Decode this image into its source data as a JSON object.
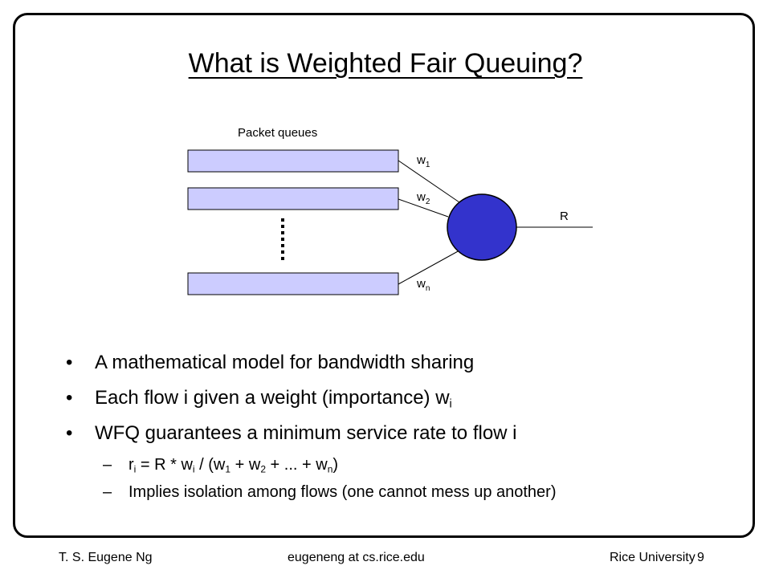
{
  "slide": {
    "title": "What is Weighted Fair Queuing?",
    "diagram": {
      "queues_label": "Packet queues",
      "weights": [
        {
          "base": "w",
          "sub": "1"
        },
        {
          "base": "w",
          "sub": "2"
        },
        {
          "base": "w",
          "sub": "n"
        }
      ],
      "rate_label": "R",
      "colors": {
        "queue_fill": "#ccccff",
        "server_fill": "#3333cc"
      }
    },
    "bullets": [
      {
        "text": "A mathematical model for bandwidth sharing"
      },
      {
        "text": "Each flow i given a weight (importance) w",
        "sub": "i"
      },
      {
        "text": "WFQ guarantees a minimum service rate to flow i"
      }
    ],
    "subbullets": {
      "formula": {
        "r": "r",
        "r_sub": "i",
        "eq": " = R * w",
        "wi_sub": "i",
        "div": " / (w",
        "w1_sub": "1",
        "plus1": " + w",
        "w2_sub": "2",
        "plus2": " + ... + w",
        "wn_sub": "n",
        "close": ")"
      },
      "isolation": "Implies isolation among flows (one cannot mess up another)"
    },
    "bullet_symbol": "•",
    "dash_symbol": "–"
  },
  "footer": {
    "author": "T. S. Eugene Ng",
    "email": "eugeneng at cs.rice.edu",
    "institution": "Rice University",
    "page": "9"
  }
}
